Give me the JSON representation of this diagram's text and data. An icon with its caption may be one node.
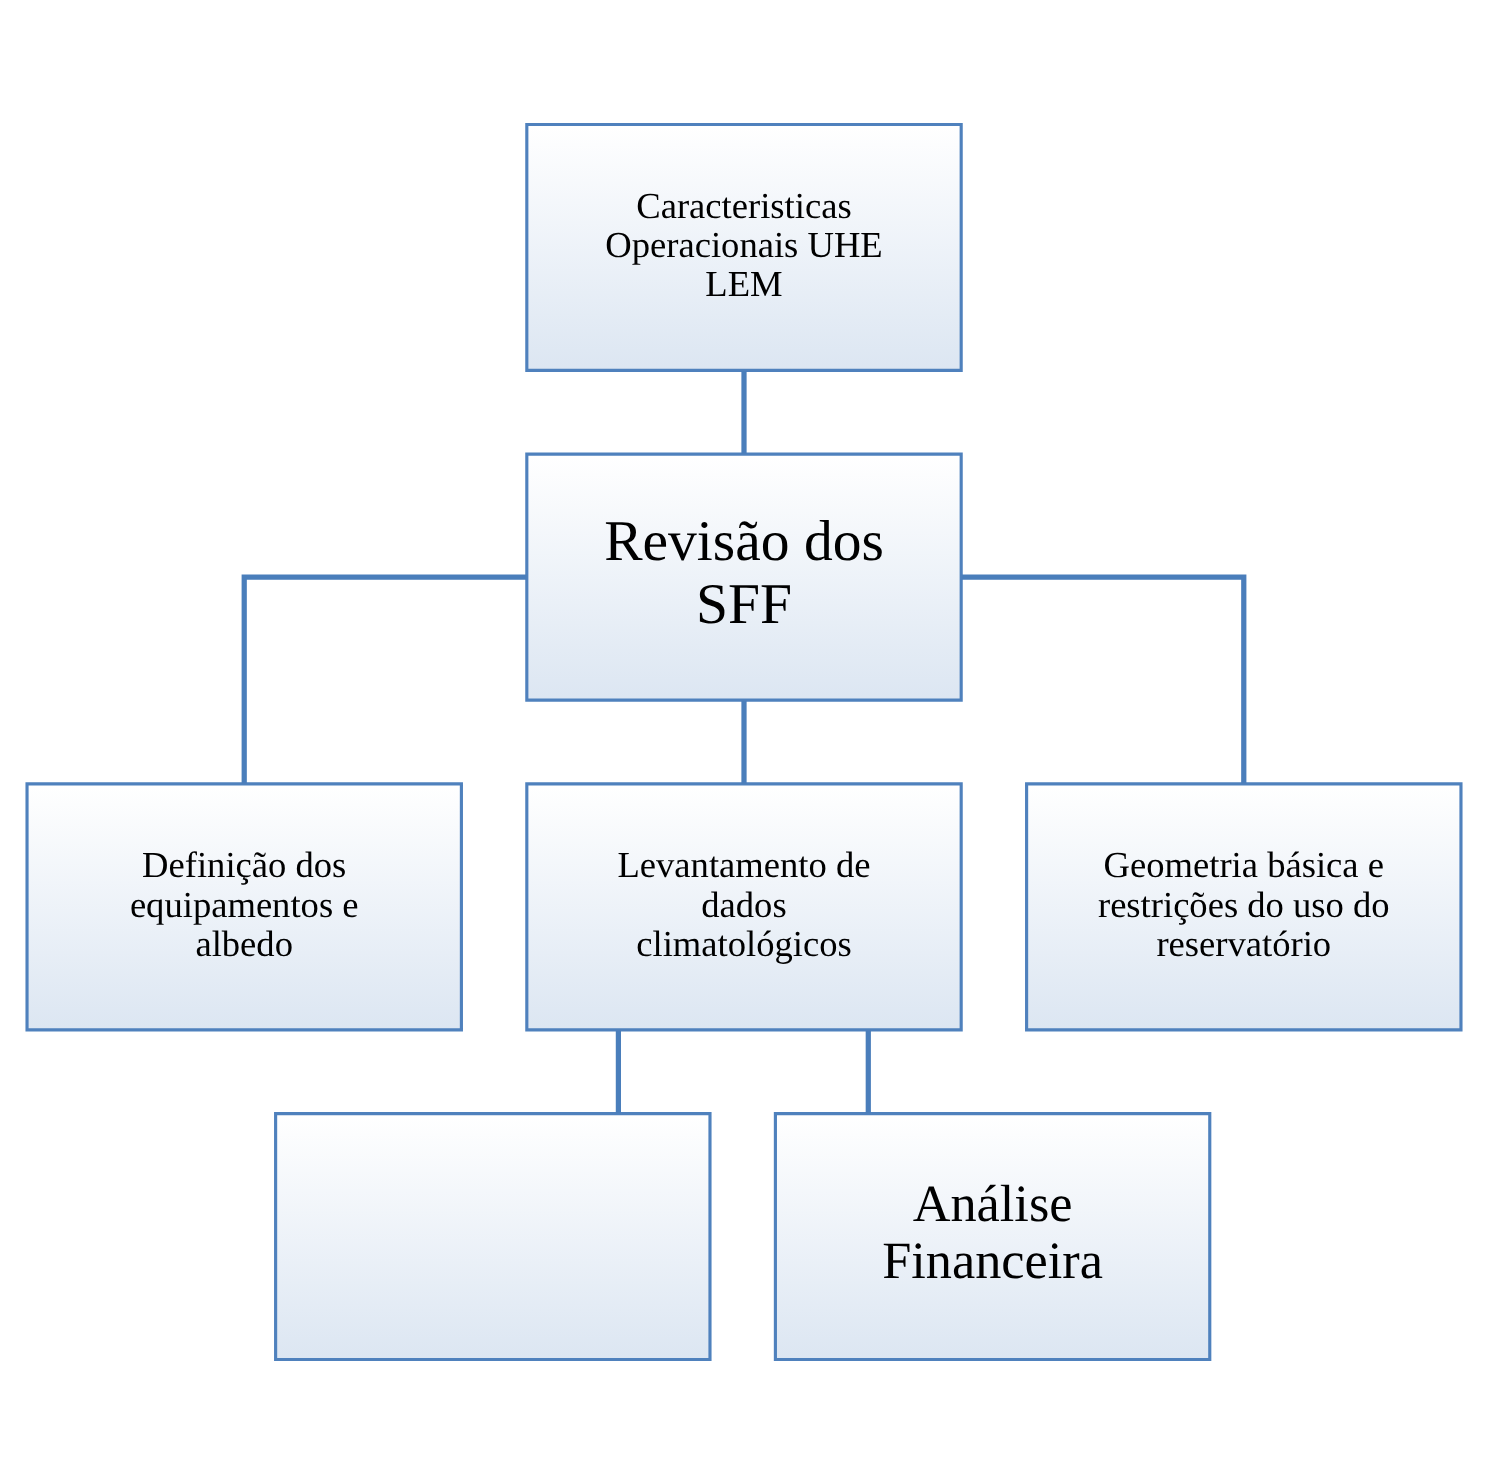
{
  "diagram": {
    "nodes": [
      {
        "text": [
          "Caracteristicas Operacionais UHE LEM"
        ]
      },
      {
        "text": [
          "Revisão dos SFF"
        ]
      },
      {
        "text": [
          "Definição dos equipamentos e albedo"
        ]
      },
      {
        "text": [
          "Levantamento de dados climatológicos"
        ]
      },
      {
        "text": [
          "Geometria básica e restrições do uso do reservatório"
        ]
      },
      {
        "text": [],
        "shape": "box"
      },
      {
        "text": [
          "Análise Financeira"
        ]
      }
    ],
    "edges": [
      {
        "from": 0,
        "to": 1,
        "arrow": "none"
      },
      {
        "from": 1,
        "to": 2,
        "arrow": "none"
      },
      {
        "from": 1,
        "to": 3,
        "arrow": "none"
      },
      {
        "from": 1,
        "to": 4,
        "arrow": "none"
      },
      {
        "from": 3,
        "to": 5,
        "arrow": "none"
      },
      {
        "from": 3,
        "to": 6,
        "arrow": "none"
      }
    ]
  }
}
